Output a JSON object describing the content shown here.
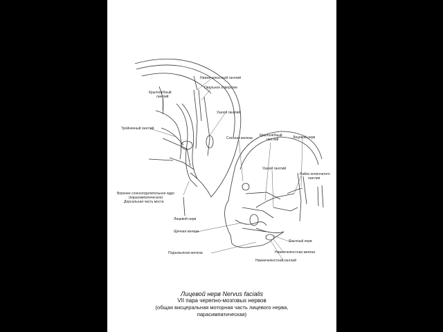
{
  "labels": {
    "lower_jaw_ganglion_top": "Нижнечелюстной ганглий",
    "oval_opening": "Овальное отверстие",
    "pterygopalatine_ganglion_left_1": "Крылонёбный",
    "pterygopalatine_ganglion_left_2": "ганглий",
    "ear_ganglion_top": "Ушной ганглий",
    "trigeminal_ganglion": "Тройничный ганглий",
    "lacrimal_gland": "Слезная железа",
    "pterygopalatine_ganglion_right_1": "Крылонёбный",
    "pterygopalatine_ganglion_right_2": "ганглий",
    "facial_nerve_right": "Лицевой нерв",
    "ear_ganglion_mid": "Ушной ганглий",
    "geniculate_region_1": "Район коленчатого",
    "geniculate_region_2": "ганглия",
    "salivary_nucleus_1": "Верхнее слюноотделительное ядро",
    "salivary_nucleus_2": "(парасимпатическое)",
    "salivary_nucleus_3": "Дорсальная часть моста",
    "facial_nerve_left": "Лицевой нерв",
    "parotid_gland": "Щечная железа",
    "lingual_nerve": "Язычный нерв",
    "submandibular_gland": "Нижнечелюстная железа",
    "sublingual_gland": "Подъязычная железа",
    "submandibular_ganglion": "Нижнечелюстной ганглий"
  },
  "caption": {
    "line1": "Лицевой нерв  Nervus facialis",
    "line2": "VII пара черепно-мозговых нервов",
    "line3": "(общая висцеральная моторная часть лицевого нерва,",
    "line4": "парасимпатическая)"
  },
  "colors": {
    "background": "#000000",
    "slide": "#ffffff",
    "ink": "#222222"
  }
}
